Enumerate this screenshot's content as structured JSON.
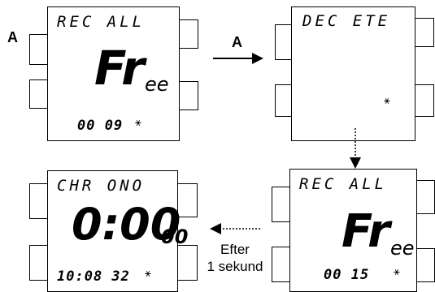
{
  "labels": {
    "button_a_left": "A",
    "arrow_a": "A"
  },
  "caption": {
    "line1": "Efter",
    "line2": "1 sekund"
  },
  "screens": {
    "recall_first": {
      "top": "REC ALL",
      "main": "Fr",
      "main_small": "ee",
      "bottom": "00 09"
    },
    "delete": {
      "top": "DEC ETE"
    },
    "recall_second": {
      "top": "REC ALL",
      "main": "Fr",
      "main_small": "ee",
      "bottom": "00 15"
    },
    "chrono": {
      "top": "CHR ONO",
      "main": "0:00",
      "main_small": "00",
      "bottom": "10:08 32"
    }
  }
}
